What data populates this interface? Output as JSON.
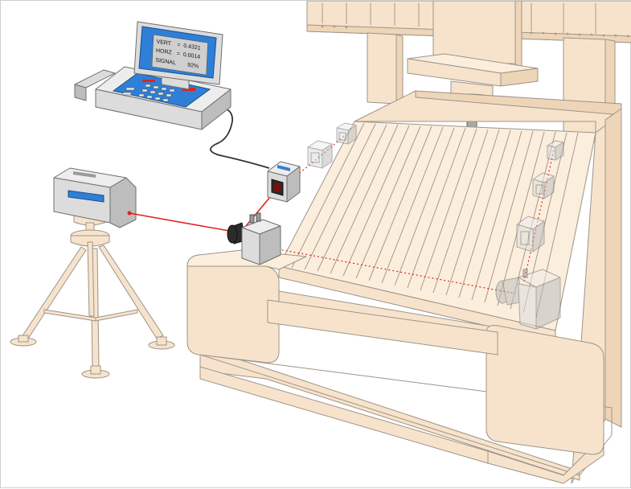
{
  "display": {
    "rows": [
      {
        "label": "VERT",
        "sep": "=",
        "value": "0.4321"
      },
      {
        "label": "HORZ",
        "sep": "=",
        "value": "0.0014"
      },
      {
        "label": "SIGNAL",
        "sep": "",
        "value": "92%"
      }
    ]
  },
  "colors": {
    "machine_fill": "#f7e3cc",
    "machine_stroke": "#9c9488",
    "laser_beam": "#e0231c",
    "screen": "#2f7fd6",
    "keypad": "#2f7fd6",
    "gray_unit": "#c9c9c9",
    "dark_unit": "#3a3a3a"
  },
  "icons": [
    "laser-emitter-icon",
    "tripod-icon",
    "readout-console-icon",
    "beam-splitter-icon",
    "target-receiver-icon",
    "gantry-machine-icon"
  ]
}
